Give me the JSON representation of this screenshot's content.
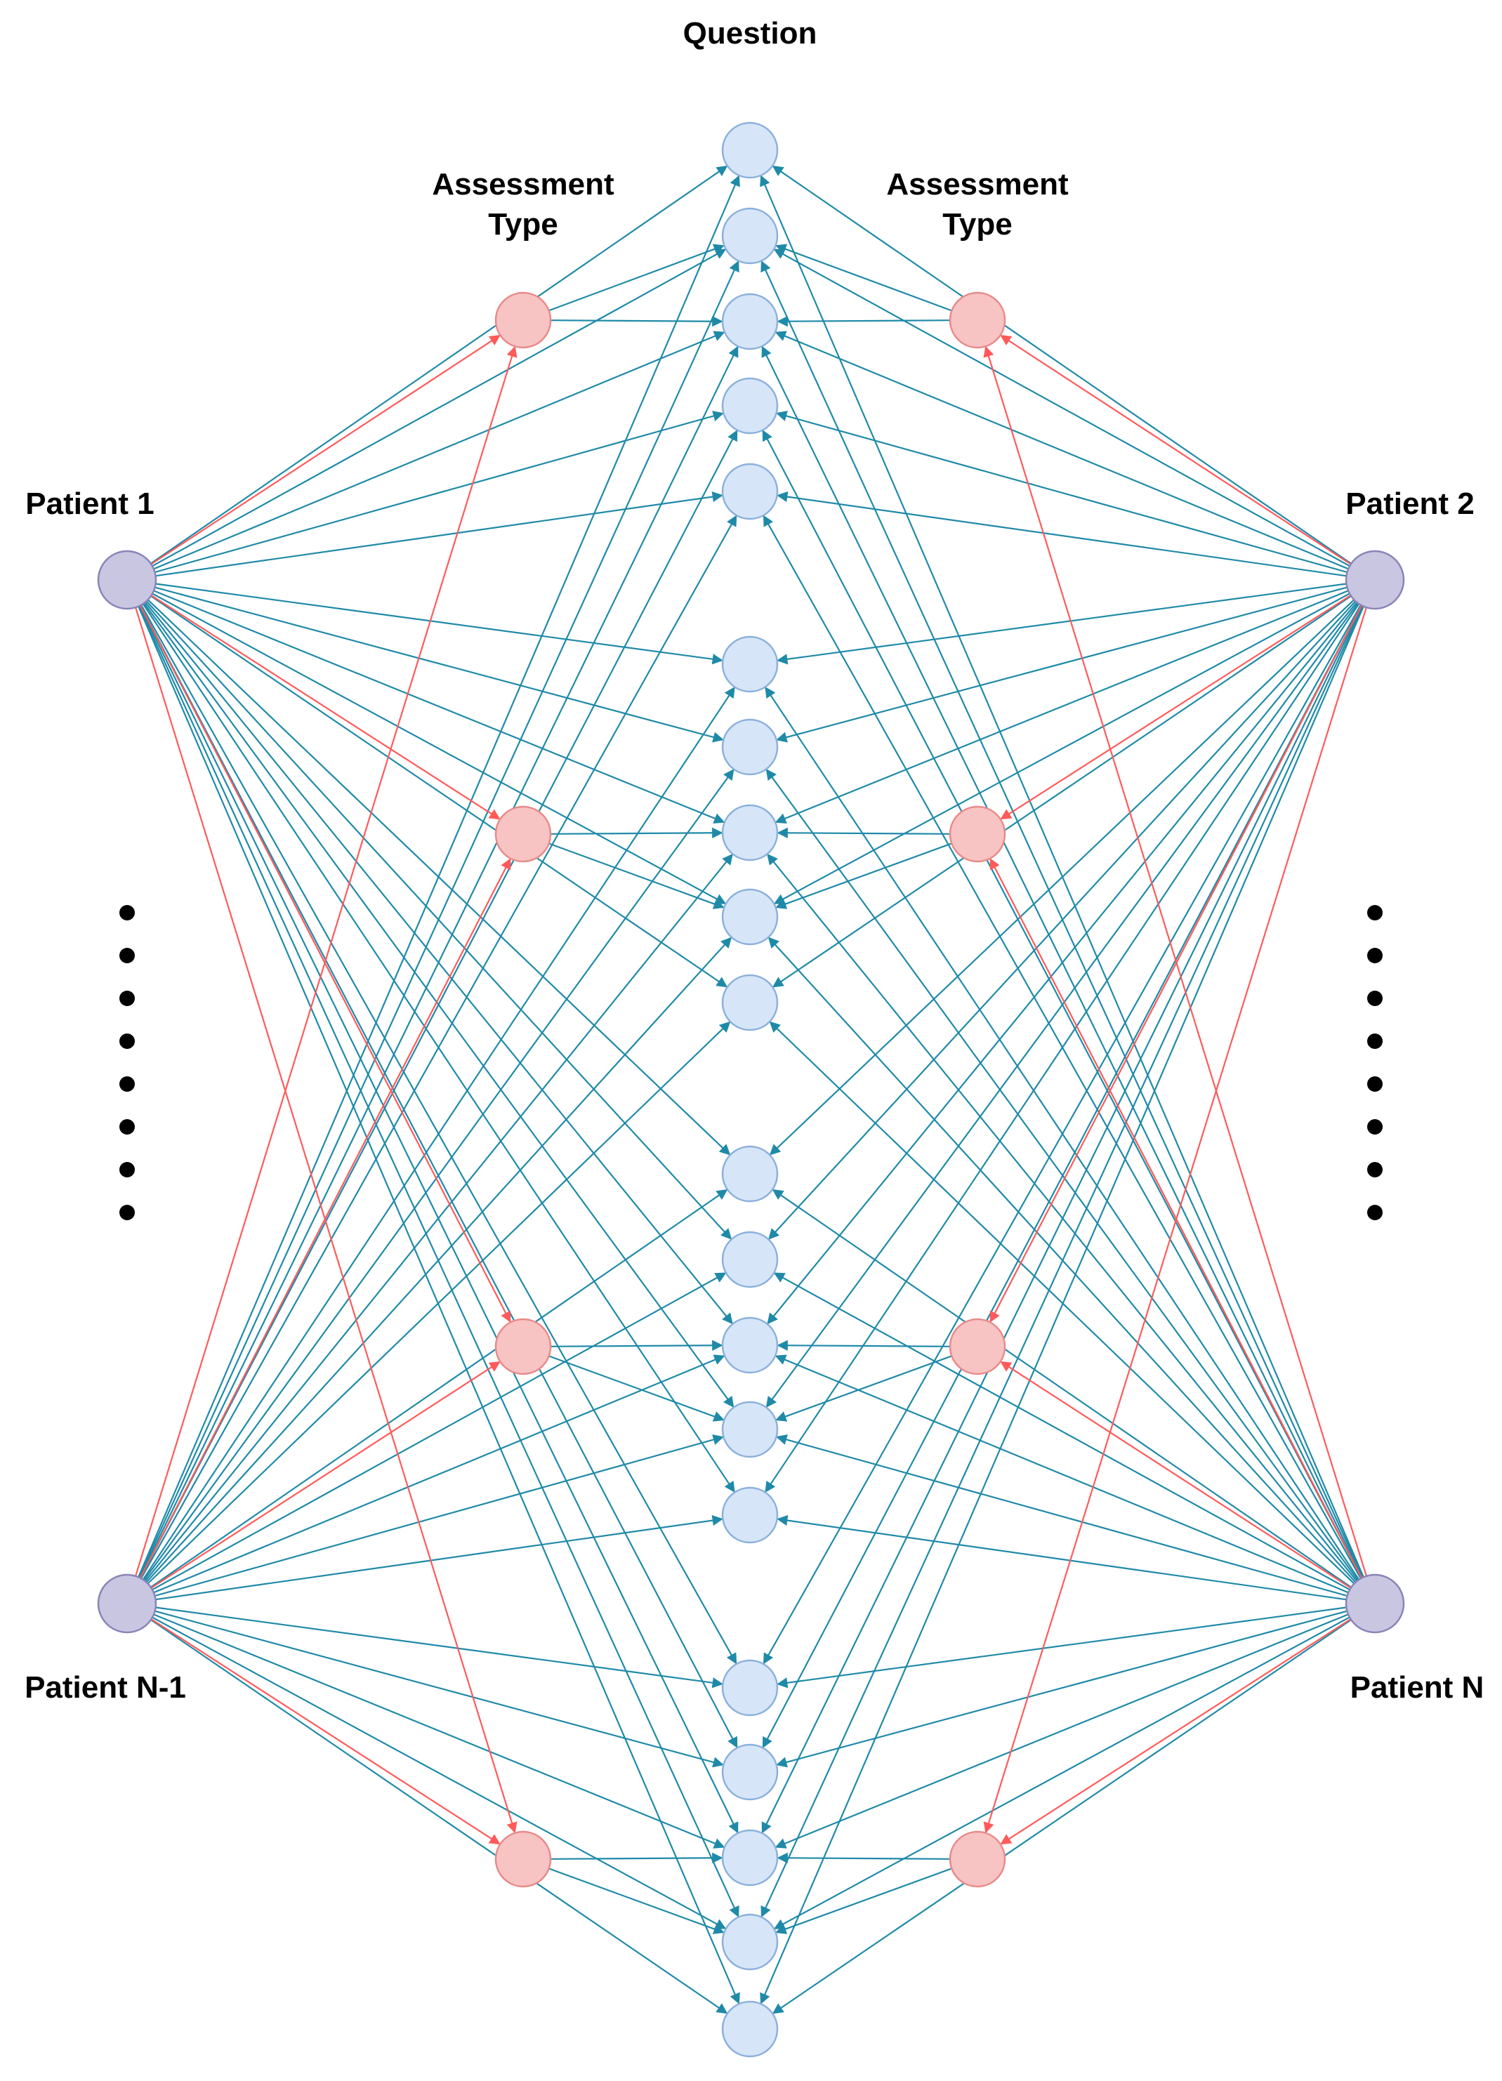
{
  "labels": {
    "question": "Question",
    "assessment_left_line1": "Assessment",
    "assessment_left_line2": "Type",
    "assessment_right_line1": "Assessment",
    "assessment_right_line2": "Type",
    "patient_1": "Patient 1",
    "patient_2": "Patient 2",
    "patient_n_minus_1": "Patient N-1",
    "patient_n": "Patient N"
  },
  "colors": {
    "patient_fill": "#c9c6e2",
    "patient_stroke": "#8a84b8",
    "question_fill": "#d6e6f8",
    "question_stroke": "#8bb0dc",
    "assessment_fill": "#f8c3c3",
    "assessment_stroke": "#e88a8a",
    "edge_question": "#1f8aa8",
    "edge_assessment": "#ff5a5a",
    "dots": "#000000"
  },
  "nodes": {
    "patients": [
      "Patient 1",
      "Patient 2",
      "Patient N-1",
      "Patient N"
    ],
    "question_count": 20,
    "assessment_count_per_side": 4,
    "ellipsis_dots_per_side": 8
  }
}
